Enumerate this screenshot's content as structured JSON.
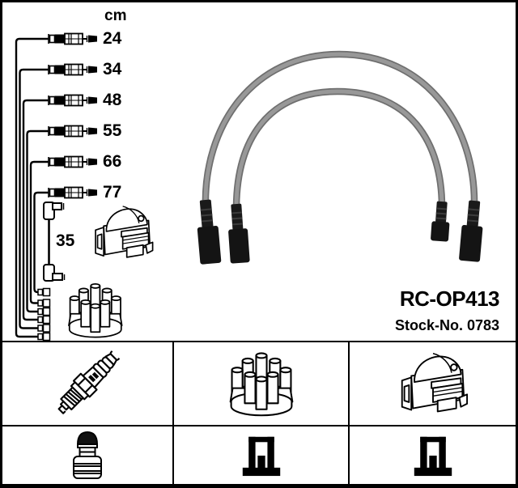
{
  "product": {
    "code": "RC-OP413",
    "stock_line": "Stock-No. 0783"
  },
  "diagram": {
    "unit_header": "cm",
    "cable_lengths": [
      "24",
      "34",
      "48",
      "55",
      "66",
      "77"
    ],
    "coil_cable_length": "35",
    "drawings": [
      "plug-cable-drawing",
      "coil-cable-drawing",
      "ignition-coil-drawing",
      "distributor-cap-drawing",
      "plug-wires-photo"
    ]
  },
  "legend": {
    "row1": [
      {
        "icon": "spark-plug-icon"
      },
      {
        "icon": "distributor-cap-icon"
      },
      {
        "icon": "ignition-coil-icon"
      }
    ],
    "row2": [
      {
        "icon": "terminal-nut-icon"
      },
      {
        "icon": "din-terminal-icon"
      },
      {
        "icon": "din-terminal-icon"
      }
    ]
  },
  "colors": {
    "background": "#ffffff",
    "line_art": "#000000",
    "wire_gray": "#8d8d8d",
    "boot_black": "#1a1a1a"
  }
}
